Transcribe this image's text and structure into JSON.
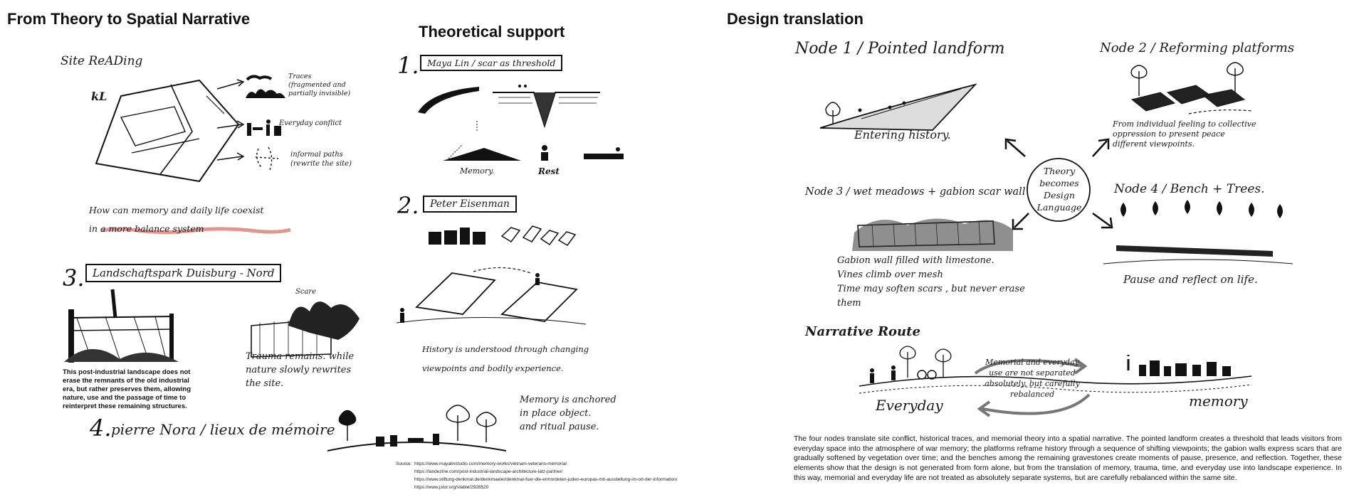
{
  "sections": {
    "left_title": "From Theory to Spatial Narrative",
    "middle_title": "Theoretical support",
    "right_title": "Design translation"
  },
  "site_reading": {
    "heading": "Site ReADing",
    "label_traces": "Traces\n(fragmented and\npartially invisible)",
    "label_conflict": "Everyday conflict",
    "label_paths": "informal paths\n(rewrite the site)",
    "question": "How can memory and daily life coexist\nin a more balance system"
  },
  "theory": {
    "n1": "1.",
    "t1": "Maya Lin / scar as threshold",
    "memory_label": "Memory.",
    "rest_label": "Rest",
    "n2": "2.",
    "t2": "Peter Eisenman",
    "history_text": "History  is  understood  through  changing\nviewpoints  and  bodily  experience.",
    "n3": "3.",
    "t3": "Landschaftspark Duisburg - Nord",
    "scar_label": "Scare",
    "trauma_text": "Trauma remains. while\nnature slowly rewrites\nthe site.",
    "duisburg_desc": "This post-industrial landscape does not erase the remnants of the old industrial era, but rather preserves them, allowing nature, use and the passage of time to reinterpret these remaining structures.",
    "n4": "4.",
    "t4": "pierre Nora / lieux de mémoire",
    "nora_text": "Memory is anchored\nin place object.\nand ritual pause.",
    "source_label": "Source:",
    "sources": [
      "https://www.mayalinstudio.com/memory-works/vietnam-veterans-memorial",
      "https://landezine.com/post-industrial-landscape-architecture-latz-partner/",
      "https://www.stiftung-denkmal.de/denkmaeler/denkmal-fuer-die-ermordeten-juden-europas-mit-ausstellung-im-ort-der-information/",
      "https://www.jstor.org/stable/2928520"
    ]
  },
  "design": {
    "node1_title": "Node 1  /  Pointed  landform",
    "node1_caption": "Entering  history.",
    "node2_title": "Node 2  /  Reforming  platforms",
    "node2_caption": "From individual feeling to collective\noppression to present peace\ndifferent viewpoints.",
    "center": "Theory\nbecomes\nDesign\nLanguage",
    "node3_title": "Node 3 /  wet meadows + gabion scar wall",
    "node3_caption": "Gabion wall filled with limestone.\n            Vines climb over mesh\nTime may soften  scars , but never erase\n                                              them",
    "node4_title": "Node 4 /  Bench + Trees.",
    "node4_caption": "Pause  and  reflect  on  life.",
    "route_title": "Narrative Route",
    "route_center": "Memorial and everyday\nuse are not separated\nabsolutely, but carefully\nrebalanced",
    "everyday_label": "Everyday",
    "memory_label": "memory",
    "description": "The four nodes translate site conflict, historical traces, and memorial theory into a spatial narrative. The pointed landform creates a threshold that leads visitors from everyday space into the atmosphere of war memory; the platforms reframe history through a sequence of shifting viewpoints; the gabion walls express scars that are gradually softened by vegetation over time; and the benches among the remaining gravestones create moments of pause, presence, and reflection. Together, these elements show that the design is not generated from form alone, but from the translation of memory, trauma, time, and everyday use into landscape experience. In this way, memorial and everyday life are not treated as absolutely separate systems, but are carefully rebalanced within the same site."
  },
  "colors": {
    "ink": "#111111",
    "highlight": "#d9736a",
    "background": "#ffffff"
  }
}
